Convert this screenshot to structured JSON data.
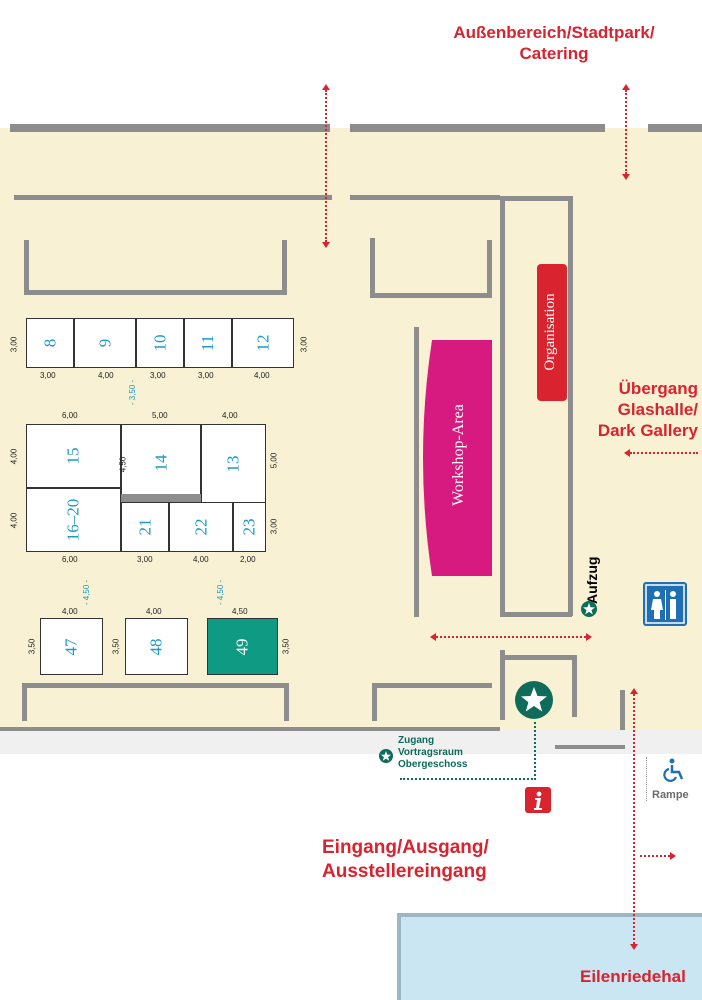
{
  "labels": {
    "outdoor": "Außenbereich/Stadtpark/\nCatering",
    "organisation": "Organisation",
    "workshop": "Workshop-Area",
    "transition": "Übergang\nGlashalle/\nDark Gallery",
    "elevator": "Aufzug",
    "access": "Zugang\nVortragsraum\nObergeschoss",
    "entrance": "Eingang/Ausgang/\nAusstellereingang",
    "ramp": "Rampe",
    "eilenriede": "Eilenriedehal"
  },
  "booths": {
    "b8": "8",
    "b9": "9",
    "b10": "10",
    "b11": "11",
    "b12": "12",
    "b15": "15",
    "b14": "14",
    "b13": "13",
    "b16": "16–20",
    "b21": "21",
    "b22": "22",
    "b23": "23",
    "b47": "47",
    "b48": "48",
    "b49": "49"
  },
  "dims": {
    "d300": "3,00",
    "d400": "4,00",
    "d500": "5,00",
    "d600": "6,00",
    "d450": "4,50",
    "d200": "2,00",
    "d350": "3,50",
    "d350blue": "- 3,50 -",
    "d450blue": "- 4,50 -"
  },
  "colors": {
    "floor": "#f8f1d3",
    "red": "#d9232e",
    "magenta": "#d61a7f",
    "teal": "#0f9a83",
    "booth_text": "#1e9bc2",
    "wall": "#8d8d8d"
  },
  "icons": {
    "star": "star-marker-icon",
    "info": "info-icon",
    "wc": "restroom-icon",
    "wheelchair": "wheelchair-icon"
  }
}
